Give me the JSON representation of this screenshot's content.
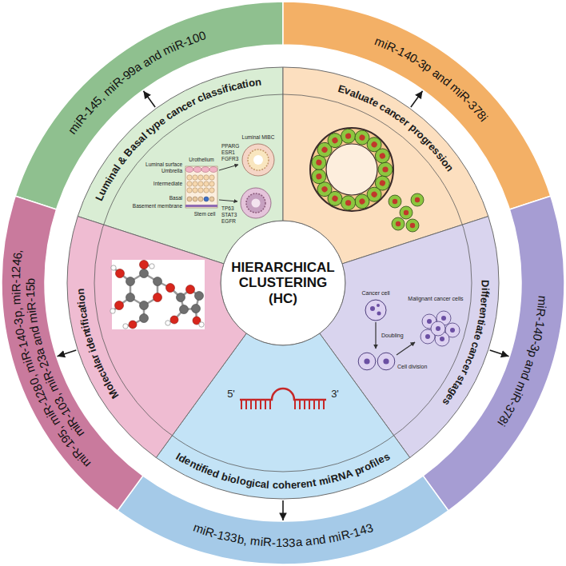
{
  "diagram": {
    "nodes": [
      {
        "text": [
          "HIERARCHICAL CLUSTERING (HC)"
        ]
      },
      {
        "text": [
          "Luminal & Basal type cancer classification"
        ]
      },
      {
        "text": [
          "miR-145, miR-99a and miR-100"
        ]
      },
      {
        "text": [
          "Evaluate cancer progression"
        ]
      },
      {
        "text": [
          "miR-140-3p and miR-378i"
        ]
      },
      {
        "text": [
          "Differentiate cancer stages"
        ]
      },
      {
        "text": [
          "miR-140-3p and miR-378i"
        ]
      },
      {
        "text": [
          "Identified biological coherent miRNA profiles"
        ]
      },
      {
        "text": [
          "miR-133b, miR-133a and miR-143"
        ]
      },
      {
        "text": [
          "Molecular identification"
        ]
      },
      {
        "text": [
          "miR-195, miR-1280, miR-140-3p, miR-1246, miR-103, miR-23a and miR-15b"
        ]
      }
    ],
    "edges": [
      {
        "from": 1,
        "to": 2,
        "arrow": "to"
      },
      {
        "from": 3,
        "to": 4,
        "arrow": "to"
      },
      {
        "from": 5,
        "to": 6,
        "arrow": "to"
      },
      {
        "from": 7,
        "to": 8,
        "arrow": "to"
      },
      {
        "from": 9,
        "to": 10,
        "arrow": "to"
      }
    ],
    "labels": [
      "Urothelium",
      "Luminal surface",
      "Umbrella",
      "Intermediate",
      "Basal",
      "Basement membrane",
      "Stem cell",
      "PPARG",
      "ESR1",
      "FGFR3",
      "Luminal MIBC",
      "TP63",
      "STAT3",
      "EGFR",
      "Cancer cell",
      "Doubling",
      "Cell division",
      "Malignant cancer cells",
      "5'",
      "3'"
    ]
  }
}
